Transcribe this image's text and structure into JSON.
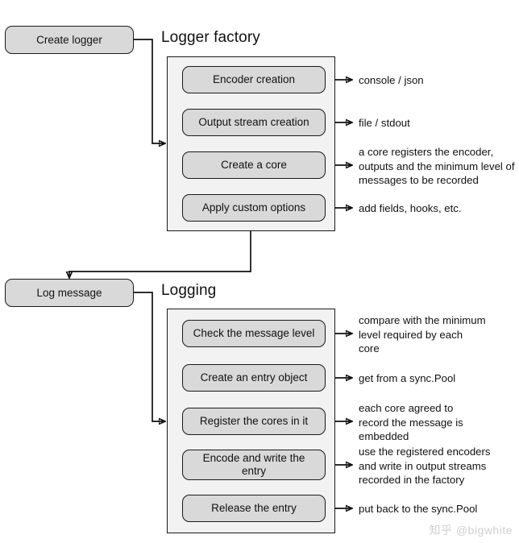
{
  "diagram": {
    "title_hidden": "",
    "watermark": "知乎 @bigwhite",
    "colors": {
      "box_fill": "#d9d9d9",
      "panel_fill": "#f2f2f2",
      "stroke": "#111111",
      "background": "#ffffff",
      "watermark": "#cfcfcf"
    }
  },
  "sections": [
    {
      "entry_label": "Create logger",
      "title": "Logger factory",
      "steps": [
        {
          "label": "Encoder creation",
          "note": "console / json"
        },
        {
          "label": "Output stream creation",
          "note": "file / stdout"
        },
        {
          "label": "Create a core",
          "note": "a core registers the encoder,\noutputs and the minimum level of\nmessages to be recorded"
        },
        {
          "label": "Apply custom options",
          "note": "add fields, hooks, etc."
        }
      ]
    },
    {
      "entry_label": "Log message",
      "title": "Logging",
      "steps": [
        {
          "label": "Check the message level",
          "note": "compare with the minimum\nlevel required by each\ncore"
        },
        {
          "label": "Create an entry object",
          "note": "get from a sync.Pool"
        },
        {
          "label": "Register the cores in it",
          "note": "each core agreed to\nrecord the message is\nembedded"
        },
        {
          "label": "Encode and write the\nentry",
          "note": "use the registered encoders\nand write in output streams\nrecorded in the factory"
        },
        {
          "label": "Release the entry",
          "note": "put back to the sync.Pool"
        }
      ]
    }
  ]
}
